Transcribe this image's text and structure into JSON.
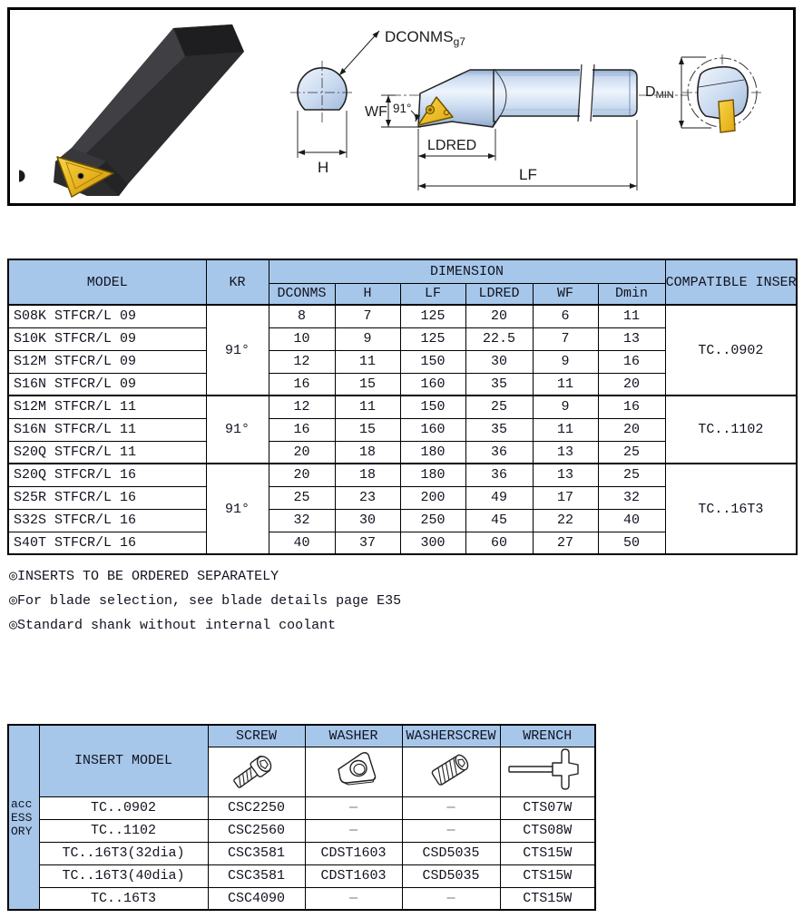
{
  "colors": {
    "page_bg": "#ffffff",
    "header_blue": "#a6c7e9",
    "text_dark": "#121220",
    "insert_gold": "#f2c31c",
    "insert_gold_dark": "#c9971a",
    "drawing_blue": "#c2d6ee",
    "drawing_blue_light": "#eef4fc",
    "drawing_blue_dark": "#8fa9cc",
    "photo_dark": "#2c2c2f",
    "outline": "#222222"
  },
  "diagram": {
    "labels": {
      "dconms": "DCONMS",
      "dconms_sub": "g7",
      "wf": "WF",
      "angle": "91°",
      "h": "H",
      "ldred": "LDRED",
      "lf": "LF",
      "dmin_main": "D",
      "dmin_sub": "MIN"
    }
  },
  "main_table": {
    "headers": {
      "model": "MODEL",
      "kr": "KR",
      "dimension": "DIMENSION",
      "compatible_insert": "COMPATIBLE INSERT",
      "dims": [
        "DCONMS",
        "H",
        "LF",
        "LDRED",
        "WF",
        "Dmin"
      ]
    },
    "groups": [
      {
        "kr": "91°",
        "insert": "TC..0902",
        "rows": [
          {
            "model": "S08K STFCR/L 09",
            "values": [
              "8",
              "7",
              "125",
              "20",
              "6",
              "11"
            ]
          },
          {
            "model": "S10K STFCR/L 09",
            "values": [
              "10",
              "9",
              "125",
              "22.5",
              "7",
              "13"
            ]
          },
          {
            "model": "S12M STFCR/L 09",
            "values": [
              "12",
              "11",
              "150",
              "30",
              "9",
              "16"
            ]
          },
          {
            "model": "S16N STFCR/L 09",
            "values": [
              "16",
              "15",
              "160",
              "35",
              "11",
              "20"
            ]
          }
        ]
      },
      {
        "kr": "91°",
        "insert": "TC..1102",
        "rows": [
          {
            "model": "S12M STFCR/L 11",
            "values": [
              "12",
              "11",
              "150",
              "25",
              "9",
              "16"
            ]
          },
          {
            "model": "S16N STFCR/L 11",
            "values": [
              "16",
              "15",
              "160",
              "35",
              "11",
              "20"
            ]
          },
          {
            "model": "S20Q STFCR/L 11",
            "values": [
              "20",
              "18",
              "180",
              "36",
              "13",
              "25"
            ]
          }
        ]
      },
      {
        "kr": "91°",
        "insert": "TC..16T3",
        "rows": [
          {
            "model": "S20Q STFCR/L 16",
            "values": [
              "20",
              "18",
              "180",
              "36",
              "13",
              "25"
            ]
          },
          {
            "model": "S25R STFCR/L 16",
            "values": [
              "25",
              "23",
              "200",
              "49",
              "17",
              "32"
            ]
          },
          {
            "model": "S32S STFCR/L 16",
            "values": [
              "32",
              "30",
              "250",
              "45",
              "22",
              "40"
            ]
          },
          {
            "model": "S40T STFCR/L 16",
            "values": [
              "40",
              "37",
              "300",
              "60",
              "27",
              "50"
            ]
          }
        ]
      }
    ]
  },
  "notes": [
    "◎INSERTS TO BE ORDERED SEPARATELY",
    "◎For blade selection, see blade details page E35",
    "◎Standard shank without internal coolant"
  ],
  "accessory_table": {
    "side_label_lines": [
      "acc",
      "ESS",
      "ORY"
    ],
    "headers": {
      "insert_model": "INSERT MODEL",
      "cols": [
        "SCREW",
        "WASHER",
        "WASHERSCREW",
        "WRENCH"
      ]
    },
    "rows": [
      {
        "insert_model": "TC..0902",
        "values": [
          "CSC2250",
          "—",
          "—",
          "CTS07W"
        ]
      },
      {
        "insert_model": "TC..1102",
        "values": [
          "CSC2560",
          "—",
          "—",
          "CTS08W"
        ]
      },
      {
        "insert_model": "TC..16T3(32dia)",
        "values": [
          "CSC3581",
          "CDST1603",
          "CSD5035",
          "CTS15W"
        ]
      },
      {
        "insert_model": "TC..16T3(40dia)",
        "values": [
          "CSC3581",
          "CDST1603",
          "CSD5035",
          "CTS15W"
        ]
      },
      {
        "insert_model": "TC..16T3",
        "values": [
          "CSC4090",
          "—",
          "—",
          "CTS15W"
        ]
      }
    ]
  }
}
